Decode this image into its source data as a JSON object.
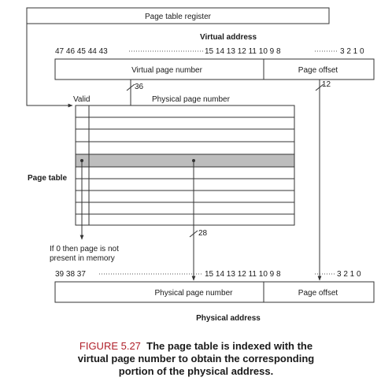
{
  "page_table_register": "Page table register",
  "virtual_address": {
    "title": "Virtual address",
    "bits_left": "47 46 45 44 43",
    "bits_mid": "15 14 13 12 11 10 9 8",
    "bits_right": "3 2 1 0",
    "vpn_label": "Virtual page number",
    "offset_label": "Page offset",
    "vpn_width": "36",
    "offset_width": "12"
  },
  "page_table": {
    "label": "Page table",
    "valid_label": "Valid",
    "ppn_label": "Physical page number",
    "ppn_width": "28",
    "note_line1": "If 0 then page is not",
    "note_line2": "present in memory"
  },
  "physical_address": {
    "title": "Physical address",
    "bits_left": "39 38 37",
    "bits_mid": "15 14 13 12 11 10 9 8",
    "bits_right": "3 2 1 0",
    "ppn_label": "Physical page number",
    "offset_label": "Page offset"
  },
  "caption": {
    "figure": "FIGURE 5.27",
    "line1": "The page table is indexed with the",
    "line2": "virtual page number to obtain the corresponding",
    "line3": "portion of the physical address."
  },
  "colors": {
    "line": "#333333",
    "highlight_row": "#bdbdbd",
    "figure_label": "#b0202a"
  }
}
